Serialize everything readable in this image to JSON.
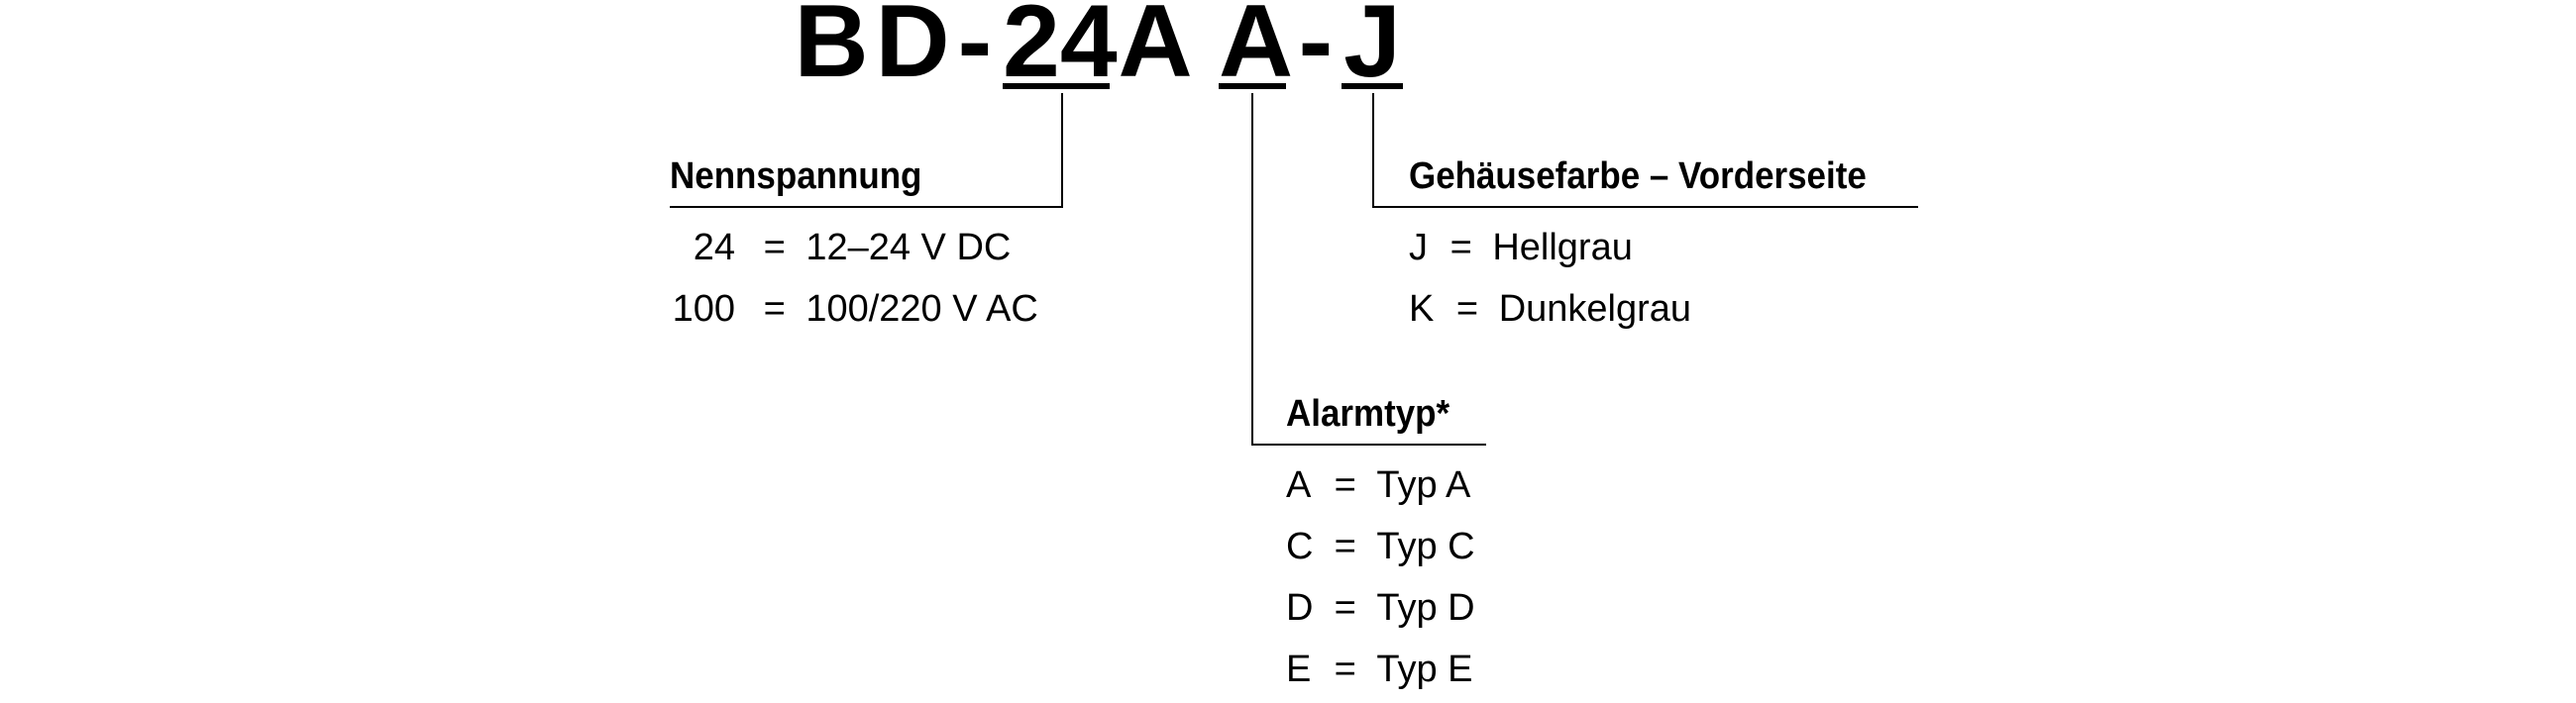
{
  "model_code": {
    "segments": [
      {
        "text": "B",
        "underlined": false
      },
      {
        "text": "D",
        "underlined": false
      },
      {
        "text": "-",
        "underlined": false
      },
      {
        "text": "24",
        "underlined": true
      },
      {
        "text": "A",
        "underlined": false
      },
      {
        "text": "A",
        "underlined": true
      },
      {
        "text": "-",
        "underlined": false
      },
      {
        "text": "J",
        "underlined": true
      }
    ]
  },
  "groups": {
    "nennspannung": {
      "title": "Nennspannung",
      "options": [
        {
          "code": "24",
          "equals": "=",
          "desc": "12–24 V DC"
        },
        {
          "code": "100",
          "equals": "=",
          "desc": "100/220 V AC"
        }
      ]
    },
    "gehaeusefarbe": {
      "title": "Gehäusefarbe – Vorderseite",
      "options": [
        {
          "code": "J",
          "equals": "=",
          "desc": "Hellgrau"
        },
        {
          "code": "K",
          "equals": "=",
          "desc": "Dunkelgrau"
        }
      ]
    },
    "alarmtyp": {
      "title": "Alarmtyp*",
      "options": [
        {
          "code": "A",
          "equals": "=",
          "desc": "Typ A"
        },
        {
          "code": "C",
          "equals": "=",
          "desc": "Typ C"
        },
        {
          "code": "D",
          "equals": "=",
          "desc": "Typ D"
        },
        {
          "code": "E",
          "equals": "=",
          "desc": "Typ E"
        }
      ]
    }
  }
}
